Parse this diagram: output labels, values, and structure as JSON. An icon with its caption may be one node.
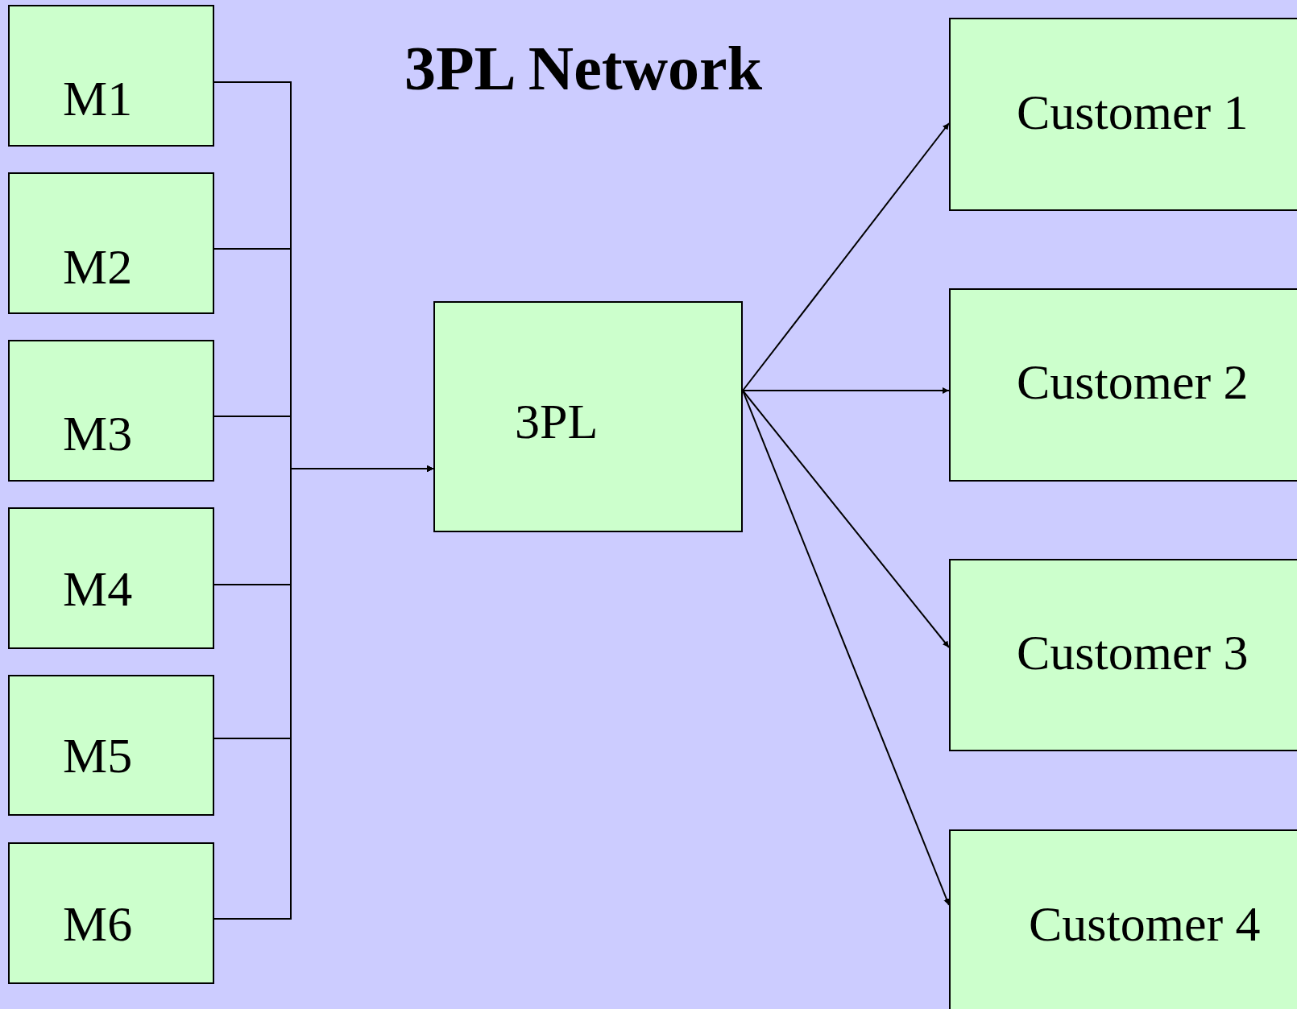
{
  "diagram": {
    "title": "3PL Network",
    "nodes": [
      {
        "text": [
          "M1"
        ]
      },
      {
        "text": [
          "M2"
        ]
      },
      {
        "text": [
          "M3"
        ]
      },
      {
        "text": [
          "M4"
        ]
      },
      {
        "text": [
          "M5"
        ]
      },
      {
        "text": [
          "M6"
        ]
      },
      {
        "text": [
          "3PL"
        ]
      },
      {
        "text": [
          "Customer 1"
        ]
      },
      {
        "text": [
          "Customer 2"
        ]
      },
      {
        "text": [
          "Customer 3"
        ]
      },
      {
        "text": [
          "Customer 4"
        ]
      }
    ],
    "edges": [
      {
        "from": 0,
        "to": 6,
        "arrow": "to"
      },
      {
        "from": 1,
        "to": 6,
        "arrow": "to"
      },
      {
        "from": 2,
        "to": 6,
        "arrow": "to"
      },
      {
        "from": 3,
        "to": 6,
        "arrow": "to"
      },
      {
        "from": 4,
        "to": 6,
        "arrow": "to"
      },
      {
        "from": 5,
        "to": 6,
        "arrow": "to"
      },
      {
        "from": 6,
        "to": 7,
        "arrow": "to"
      },
      {
        "from": 6,
        "to": 8,
        "arrow": "to"
      },
      {
        "from": 6,
        "to": 9,
        "arrow": "to"
      },
      {
        "from": 6,
        "to": 10,
        "arrow": "to"
      }
    ]
  }
}
